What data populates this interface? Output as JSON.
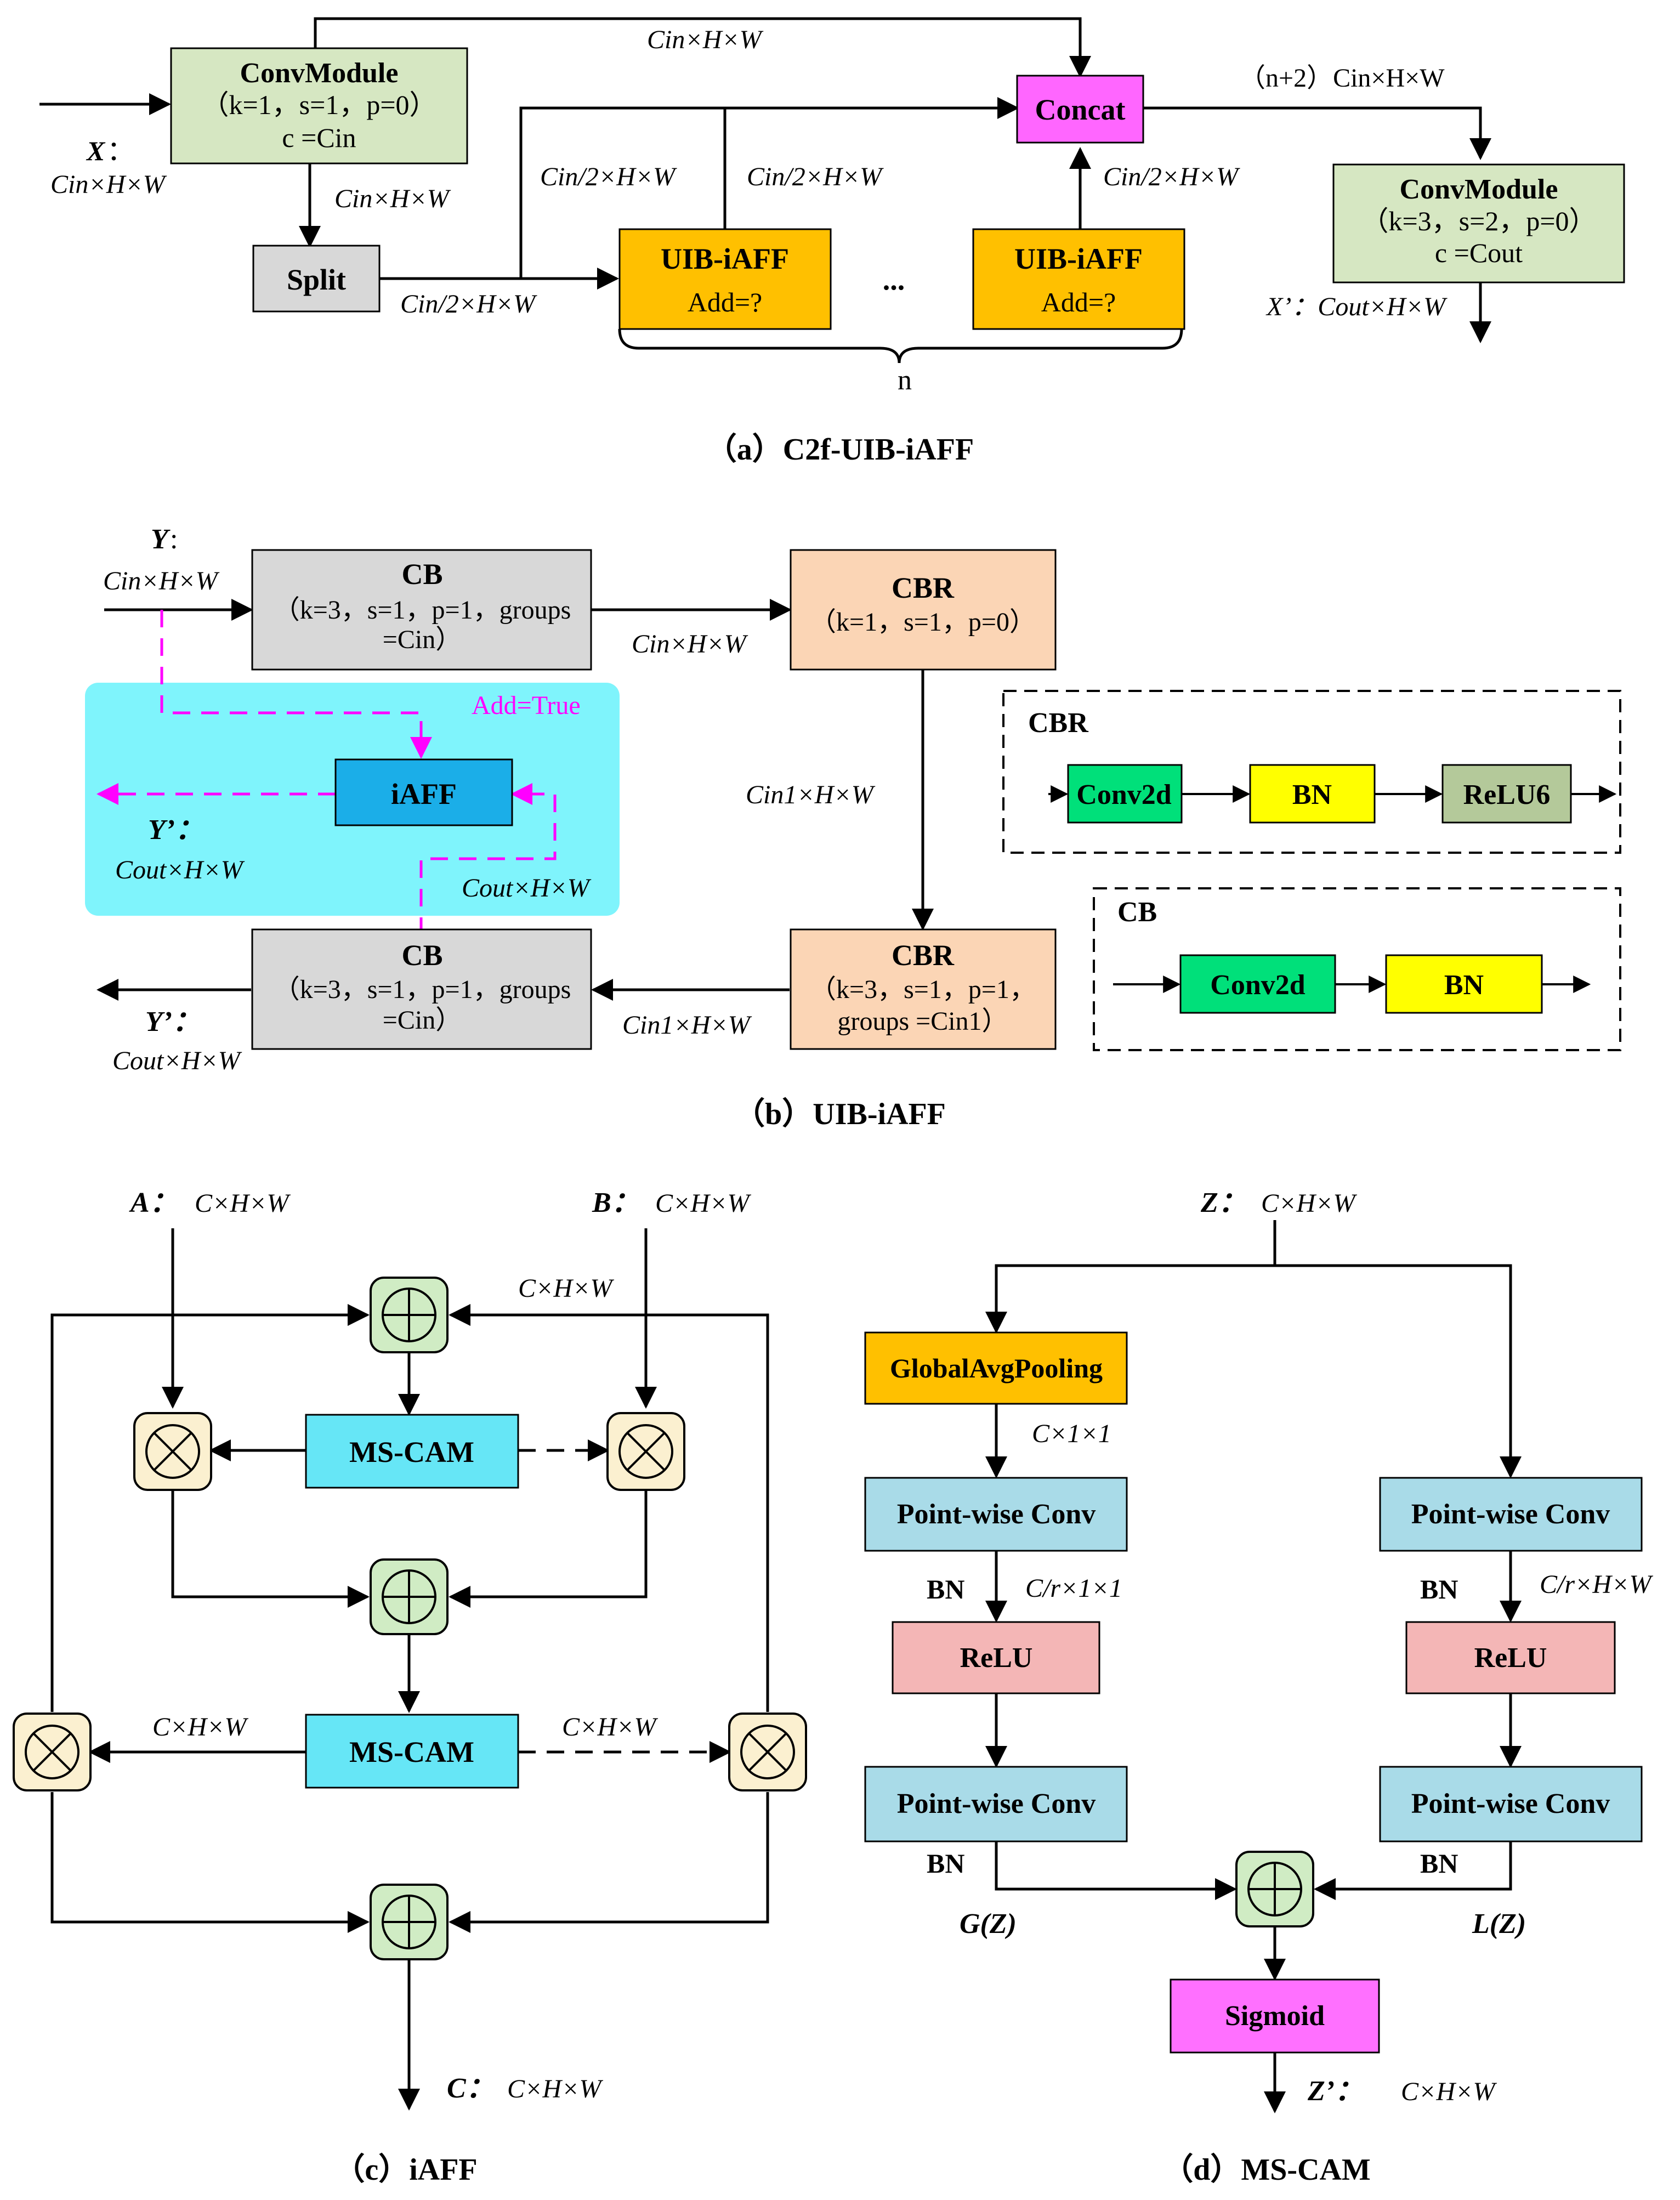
{
  "panel_a": {
    "caption": "（a）C2f-UIB-iAFF",
    "input_label": "X",
    "input_colon": "：",
    "input_shape": "Cin×H×W",
    "conv1_title": "ConvModule",
    "conv1_params": "（k=1，s=1，p=0）",
    "conv1_c": "c =Cin",
    "split_label": "Split",
    "top_shape": "Cin×H×W",
    "conv_to_split_shape": "Cin×H×W",
    "split_out_shape": "Cin/2×H×W",
    "branch_shape_1": "Cin/2×H×W",
    "branch_shape_2": "Cin/2×H×W",
    "branch_shape_3": "Cin/2×H×W",
    "uib1_title": "UIB-iAFF",
    "uib1_add": "Add=?",
    "uib2_title": "UIB-iAFF",
    "uib2_add": "Add=?",
    "dots": "...",
    "n_label": "n",
    "concat_label": "Concat",
    "concat_out_shape": "（n+2）Cin×H×W",
    "conv2_title": "ConvModule",
    "conv2_params": "（k=3，s=2，p=0）",
    "conv2_c": "c =Cout",
    "output_label": "X’：Cout×H×W"
  },
  "panel_b": {
    "caption": "（b）UIB-iAFF",
    "input_label": "Y",
    "input_colon": ":",
    "input_shape": "Cin×H×W",
    "cb1_title": "CB",
    "cb1_line1": "（k=3，s=1，p=1，groups",
    "cb1_line2": "=Cin）",
    "cb1_out_shape": "Cin×H×W",
    "cbr1_title": "CBR",
    "cbr1_params": "（k=1，s=1，p=0）",
    "cbr1_out_shape": "Cin1×H×W",
    "cbr2_title": "CBR",
    "cbr2_line1": "（k=3，s=1，p=1，",
    "cbr2_line2": "groups =Cin1）",
    "cbr2_out_shape": "Cin1×H×W",
    "cb2_title": "CB",
    "cb2_line1": "（k=3，s=1，p=1，groups",
    "cb2_line2": "=Cin）",
    "iaff_label": "iAFF",
    "add_true": "Add=True",
    "yprime_1": "Y’：",
    "yprime_1_shape": "Cout×H×W",
    "iaff_in_shape": "Cout×H×W",
    "yprime_2": "Y’：",
    "yprime_2_shape": "Cout×H×W",
    "legend_cbr_title": "CBR",
    "legend_cbr_conv": "Conv2d",
    "legend_cbr_bn": "BN",
    "legend_cbr_relu": "ReLU6",
    "legend_cb_title": "CB",
    "legend_cb_conv": "Conv2d",
    "legend_cb_bn": "BN"
  },
  "panel_c": {
    "caption": "（c）iAFF",
    "a_label": "A：",
    "a_shape": "C×H×W",
    "b_label": "B：",
    "b_shape": "C×H×W",
    "top_shape": "C×H×W",
    "mscam1": "MS-CAM",
    "mscam2": "MS-CAM",
    "mscam2_left_shape": "C×H×W",
    "mscam2_right_shape": "C×H×W",
    "c_label": "C：",
    "c_shape": "C×H×W"
  },
  "panel_d": {
    "caption": "（d）MS-CAM",
    "z_label": "Z：",
    "z_shape": "C×H×W",
    "gap": "GlobalAvgPooling",
    "gap_out": "C×1×1",
    "pw1": "Point-wise Conv",
    "pw2": "Point-wise Conv",
    "pw3": "Point-wise Conv",
    "pw4": "Point-wise Conv",
    "bn1": "BN",
    "bn2": "BN",
    "bn3": "BN",
    "bn4": "BN",
    "left_mid_shape": "C/r×1×1",
    "right_mid_shape": "C/r×H×W",
    "relu1": "ReLU",
    "relu2": "ReLU",
    "gz": "G(Z)",
    "lz": "L(Z)",
    "sigmoid": "Sigmoid",
    "zprime": "Z’：",
    "zprime_shape": "C×H×W"
  },
  "colors": {
    "conv_green": "#d6e7c2",
    "split_gray": "#d8d8d8",
    "uib_orange": "#ffc000",
    "concat_pink": "#ff66ff",
    "cbr_peach": "#fbd5b5",
    "iaff_cyan": "#7ff4fc",
    "iaff_blue": "#1baee8",
    "magenta": "#ff00ff",
    "conv2d_green": "#00e07a",
    "bn_yellow": "#ffff00",
    "relu6_green": "#b4c99a",
    "mscam_cyan": "#66e6f6",
    "gap_orange": "#ffc000",
    "pw_blue": "#a9dbe8",
    "relu_pink": "#f4b6b6",
    "sigmoid_pink": "#ff70ff",
    "op_green": "#d0ecc4",
    "op_cream": "#fbf0d0"
  }
}
